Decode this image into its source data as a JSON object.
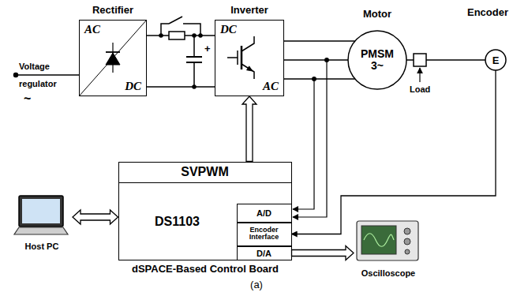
{
  "diagram": {
    "caption": "(a)",
    "nodes": [
      {
        "text": [
          "Rectifier",
          "AC",
          "DC"
        ]
      },
      {
        "text": [
          "Inverter",
          "DC",
          "AC"
        ]
      },
      {
        "text": [
          "Motor",
          "PMSM 3~"
        ]
      },
      {
        "text": [
          "Encoder",
          "E"
        ]
      },
      {
        "text": [
          "dSPACE-Based Control Board"
        ]
      },
      {
        "text": [
          "SVPWM"
        ],
        "in": 4
      },
      {
        "text": [
          "DS1103"
        ],
        "in": 4
      },
      {
        "text": [
          "A/D"
        ],
        "in": 6
      },
      {
        "text": [
          "Encoder Interface"
        ],
        "in": 6
      },
      {
        "text": [
          "D/A"
        ],
        "in": 6
      },
      {
        "text": [
          "Host PC"
        ]
      },
      {
        "text": [
          "Oscilloscope"
        ]
      }
    ],
    "edges": [
      {
        "from": 0,
        "to": 1,
        "arrow": "none"
      },
      {
        "from": 1,
        "to": 2,
        "arrow": "none"
      },
      {
        "from": 1,
        "to": 2,
        "arrow": "none"
      },
      {
        "from": 1,
        "to": 2,
        "arrow": "none"
      },
      {
        "from": 2,
        "to": 3,
        "arrow": "none"
      },
      {
        "from": 5,
        "to": 1,
        "arrow": "to"
      },
      {
        "from": 10,
        "to": 6,
        "arrow": "both"
      },
      {
        "from": 3,
        "to": 8,
        "arrow": "to"
      },
      {
        "from": 9,
        "to": 11,
        "arrow": "to"
      }
    ],
    "labels": [
      "Voltage regulator",
      "~",
      "+",
      "Load"
    ]
  }
}
